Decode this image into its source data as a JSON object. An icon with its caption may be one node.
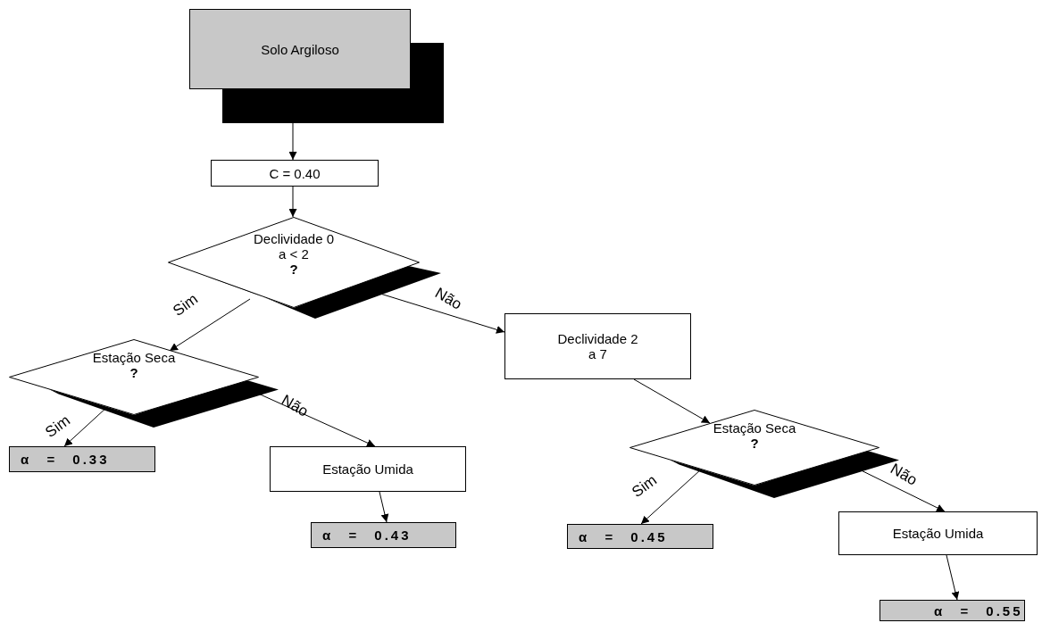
{
  "diagram": {
    "nodes": [
      {
        "text": [
          "Solo Argiloso"
        ]
      },
      {
        "text": [
          "C = 0.40"
        ]
      },
      {
        "text": [
          "Declividade 0 a < 2",
          "?"
        ]
      },
      {
        "text": [
          "Declividade 2 a 7"
        ]
      },
      {
        "text": [
          "Estação Seca",
          "?"
        ]
      },
      {
        "text": [
          "α = 0.33"
        ]
      },
      {
        "text": [
          "Estação Umida"
        ]
      },
      {
        "text": [
          "α = 0.43"
        ]
      },
      {
        "text": [
          "Estação Seca",
          "?"
        ]
      },
      {
        "text": [
          "α = 0.45"
        ]
      },
      {
        "text": [
          "Estação Umida"
        ]
      },
      {
        "text": [
          "α = 0.55"
        ]
      }
    ],
    "edges": [
      {
        "from": 0,
        "to": 1,
        "arrow": "to"
      },
      {
        "from": 1,
        "to": 2,
        "arrow": "to"
      },
      {
        "from": 2,
        "to": 4,
        "arrow": "to",
        "label": "Sim"
      },
      {
        "from": 2,
        "to": 3,
        "arrow": "to",
        "label": "Não"
      },
      {
        "from": 3,
        "to": 8,
        "arrow": "to"
      },
      {
        "from": 8,
        "to": 9,
        "arrow": "to",
        "label": "Sim"
      },
      {
        "from": 8,
        "to": 10,
        "arrow": "to",
        "label": "Não"
      },
      {
        "from": 4,
        "to": 5,
        "arrow": "to",
        "label": "Sim"
      },
      {
        "from": 4,
        "to": 6,
        "arrow": "to",
        "label": "Não"
      },
      {
        "from": 6,
        "to": 7,
        "arrow": "to"
      },
      {
        "from": 10,
        "to": 11,
        "arrow": "to"
      }
    ]
  }
}
